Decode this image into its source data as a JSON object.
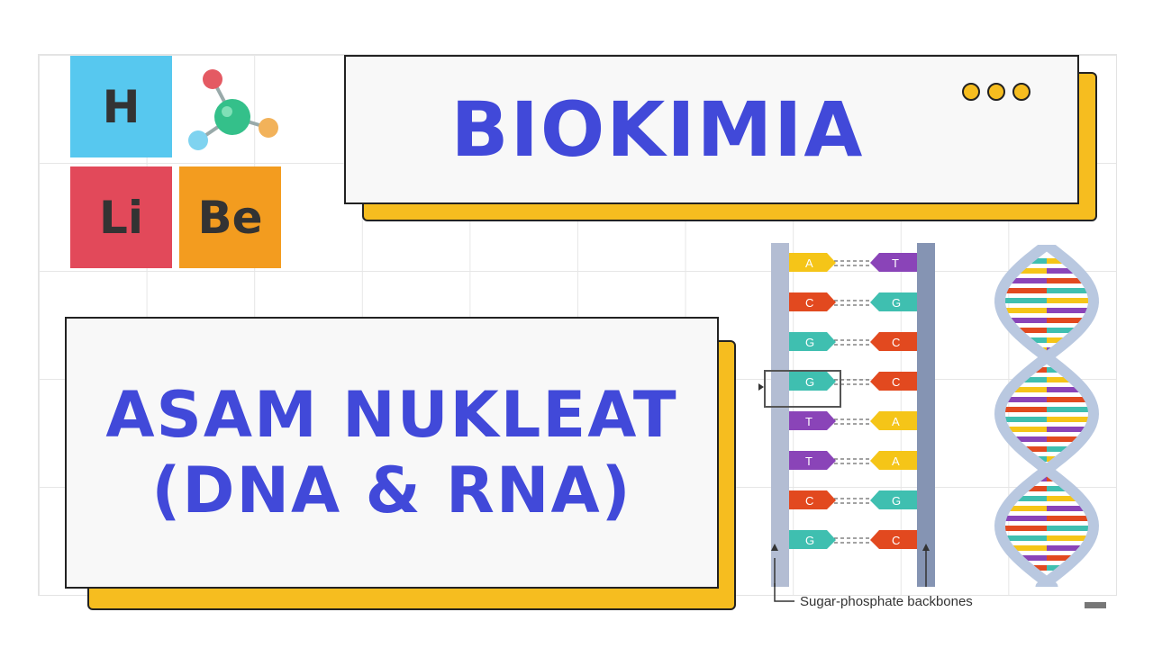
{
  "title": "BIOKIMIA",
  "subtitle_line1": "ASAM NUKLEAT",
  "subtitle_line2": "(DNA & RNA)",
  "elements": [
    {
      "symbol": "H",
      "color": "#57c8ef"
    },
    {
      "symbol": "Li",
      "color": "#e2495a"
    },
    {
      "symbol": "Be",
      "color": "#f39c1f"
    }
  ],
  "dna_pairs": [
    {
      "left": "A",
      "right": "T"
    },
    {
      "left": "C",
      "right": "G"
    },
    {
      "left": "G",
      "right": "C"
    },
    {
      "left": "G",
      "right": "C"
    },
    {
      "left": "T",
      "right": "A"
    },
    {
      "left": "T",
      "right": "A"
    },
    {
      "left": "C",
      "right": "G"
    },
    {
      "left": "G",
      "right": "C"
    }
  ],
  "base_colors": {
    "A": "#f5c518",
    "T": "#8a44b8",
    "C": "#e2491f",
    "G": "#3fbfb0"
  },
  "backbone_label": "Sugar-phosphate backbones",
  "accent_colors": {
    "title_blue": "#4149d9",
    "shadow_yellow": "#f6bd1f"
  }
}
